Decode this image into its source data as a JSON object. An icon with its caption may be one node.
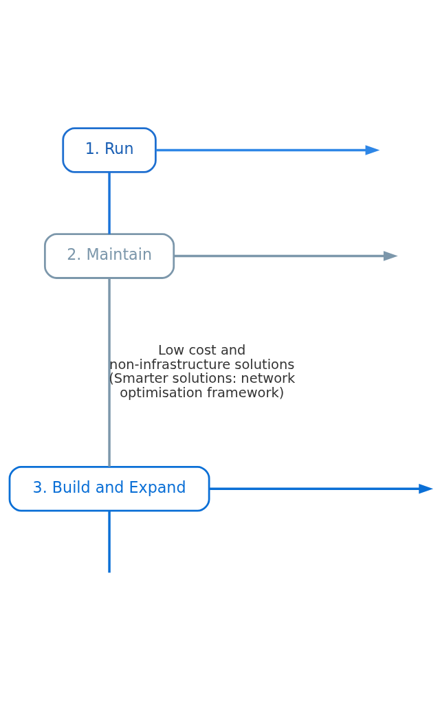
{
  "diagram": {
    "nodes": [
      {
        "text": [
          "1. Run"
        ]
      },
      {
        "text": [
          "2. Maintain"
        ]
      },
      {
        "text": [
          "3. Build and Expand"
        ]
      }
    ],
    "edges": [
      {
        "from": 0,
        "to": null,
        "arrow": "to",
        "color": "#2e86e6"
      },
      {
        "from": 0,
        "to": 1,
        "arrow": "none",
        "color": "#1a73d9"
      },
      {
        "from": 1,
        "to": null,
        "arrow": "to",
        "color": "#7c97ab"
      },
      {
        "from": 1,
        "to": 2,
        "arrow": "none",
        "color": "#7c97ab"
      },
      {
        "from": 2,
        "to": null,
        "arrow": "to",
        "color": "#0a6fd6"
      },
      {
        "from": 2,
        "to": null,
        "arrow": "none",
        "color": "#0a6fd6"
      }
    ],
    "labels": [
      "Low cost and non-infrastructure solutions (Smarter solutions: network optimisation framework)"
    ]
  }
}
